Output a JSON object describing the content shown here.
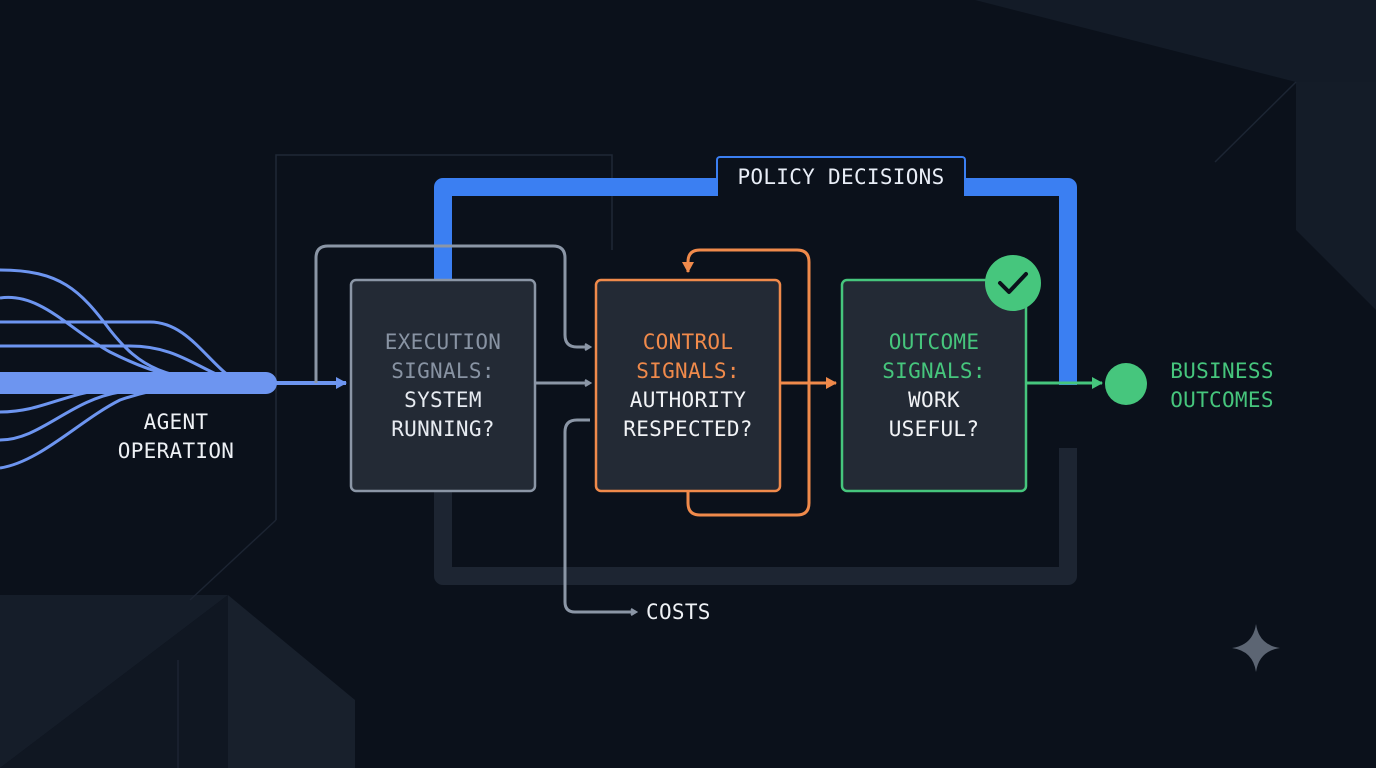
{
  "labels": {
    "agent_operation": [
      "AGENT",
      "OPERATION"
    ],
    "execution": [
      "EXECUTION",
      "SIGNALS:",
      "SYSTEM",
      "RUNNING?"
    ],
    "control": [
      "CONTROL",
      "SIGNALS:",
      "AUTHORITY",
      "RESPECTED?"
    ],
    "outcome": [
      "OUTCOME",
      "SIGNALS:",
      "WORK",
      "USEFUL?"
    ],
    "business": [
      "BUSINESS",
      "OUTCOMES"
    ],
    "policy": "POLICY DECISIONS",
    "costs": "COSTS"
  },
  "icons": {
    "check": "check-icon",
    "sparkle": "sparkle-icon",
    "outcome_node": "circle-node"
  },
  "colors": {
    "background": "#0b111b",
    "agent_blue": "#6d95f0",
    "policy_blue": "#3b7ff2",
    "execution_gray": "#8b96a6",
    "control_orange": "#f08a4b",
    "outcome_green": "#46c67d",
    "box_fill": "#232a35"
  }
}
